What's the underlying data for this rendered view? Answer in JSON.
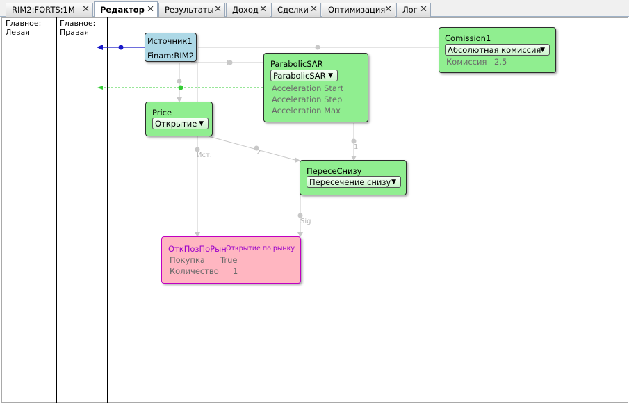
{
  "tabs": [
    {
      "label": "RIM2:FORTS:1M",
      "active": false
    },
    {
      "label": "Редактор",
      "active": true
    },
    {
      "label": "Результаты",
      "active": false
    },
    {
      "label": "Доход",
      "active": false
    },
    {
      "label": "Сделки",
      "active": false
    },
    {
      "label": "Оптимизация",
      "active": false
    },
    {
      "label": "Лог",
      "active": false
    }
  ],
  "panes": {
    "left": {
      "line1": "Главное:",
      "line2": "Левая"
    },
    "right": {
      "line1": "Главное:",
      "line2": "Правая"
    }
  },
  "nodes": {
    "source": {
      "title": "Источник1",
      "subtitle": "Finam:RIM2"
    },
    "commission": {
      "title": "Comission1",
      "dropdown": "Абсолютная комиссия",
      "param_name": "Комиссия",
      "param_value": "2.5"
    },
    "parabolic": {
      "title": "ParabolicSAR",
      "dropdown": "ParabolicSAR",
      "params": [
        "Acceleration Start",
        "Acceleration Step",
        "Acceleration Max"
      ]
    },
    "price": {
      "title": "Price",
      "dropdown": "Открытие"
    },
    "cross": {
      "title": "ПересеСнизу",
      "dropdown": "Пересечение снизу"
    },
    "order": {
      "title": "ОткПозПоРын",
      "subtitle": "Открытие по рынку",
      "param1_name": "Покупка",
      "param1_value": "True",
      "param2_name": "Количество",
      "param2_value": "1"
    }
  },
  "port_labels": {
    "ist": "Ист.",
    "two": "2",
    "one": "1",
    "sig": "Sig"
  },
  "colors": {
    "node_green": "#90ee90",
    "node_blue": "#add8e6",
    "node_pink": "#ffb6c1",
    "wire": "#c8c8c8",
    "link_blue": "#1818c8",
    "link_green": "#33cc33",
    "order_title": "#9b00c9"
  }
}
